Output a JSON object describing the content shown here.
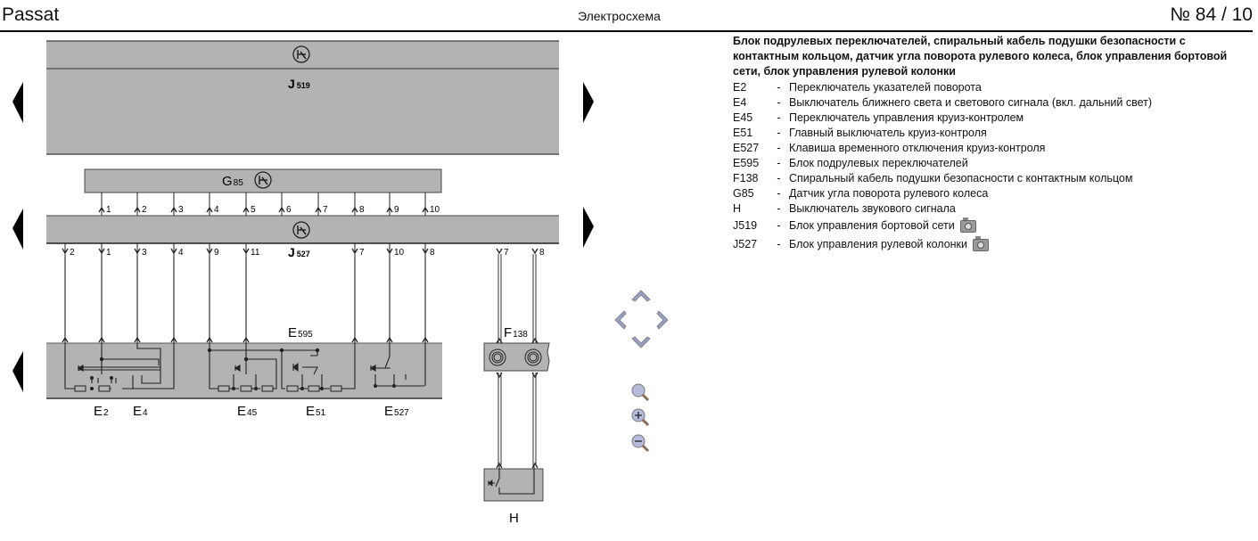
{
  "header": {
    "model": "Passat",
    "section": "Электросхема",
    "page_number": "№  84 / 10"
  },
  "diagram": {
    "j519": {
      "letter": "J",
      "sub": "519"
    },
    "g85": {
      "letter": "G",
      "sub": "85"
    },
    "j527": {
      "letter": "J",
      "sub": "527"
    },
    "e595": {
      "letter": "E",
      "sub": "595"
    },
    "f138": {
      "letter": "F",
      "sub": "138"
    },
    "h": {
      "letter": "H"
    },
    "g85_pins": [
      "1",
      "2",
      "3",
      "4",
      "5",
      "6",
      "7",
      "8",
      "9",
      "10"
    ],
    "j527_pins": [
      "2",
      "1",
      "3",
      "4",
      "9",
      "11",
      "7",
      "10",
      "8"
    ],
    "j527_right_pins": [
      "7",
      "8"
    ],
    "components": [
      {
        "letter": "E",
        "sub": "2"
      },
      {
        "letter": "E",
        "sub": "4"
      },
      {
        "letter": "E",
        "sub": "45"
      },
      {
        "letter": "E",
        "sub": "51"
      },
      {
        "letter": "E",
        "sub": "527"
      }
    ]
  },
  "legend": {
    "title": "Блок подрулевых переключателей, спиральный кабель подушки безопасности с контактным кольцом, датчик угла поворота рулевого колеса, блок управления бортовой сети, блок управления рулевой колонки",
    "items": [
      {
        "code": "E2",
        "desc": "Переключатель указателей поворота"
      },
      {
        "code": "E4",
        "desc": "Выключатель ближнего света и светового сигнала (вкл. дальний свет)"
      },
      {
        "code": "E45",
        "desc": "Переключатель управления круиз-контролем"
      },
      {
        "code": "E51",
        "desc": "Главный выключатель круиз-контроля"
      },
      {
        "code": "E527",
        "desc": "Клавиша временного отключения круиз-контроля"
      },
      {
        "code": "E595",
        "desc": "Блок подрулевых переключателей"
      },
      {
        "code": "F138",
        "desc": "Спиральный кабель подушки безопасности с контактным кольцом"
      },
      {
        "code": "G85",
        "desc": "Датчик угла поворота рулевого колеса"
      },
      {
        "code": "H",
        "desc": "Выключатель звукового сигнала"
      },
      {
        "code": "J519",
        "desc": "Блок управления бортовой сети",
        "icon": "camera-icon"
      },
      {
        "code": "J527",
        "desc": "Блок управления рулевой колонки",
        "icon": "camera-icon"
      }
    ],
    "dash": "-"
  },
  "colors": {
    "box_fill": "#b3b3b3",
    "box_stroke": "#555555",
    "wire": "#222222",
    "nav_icon": "#9aa0c4"
  }
}
